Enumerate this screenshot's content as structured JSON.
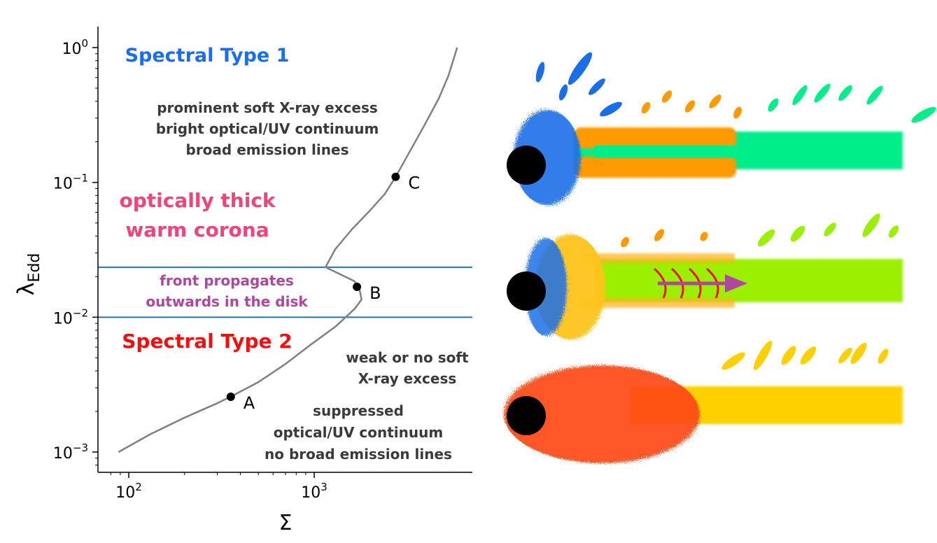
{
  "chart_data": {
    "type": "line",
    "xscale": "log",
    "yscale": "log",
    "xlim": [
      70,
      7000
    ],
    "ylim": [
      0.00075,
      1.5
    ],
    "xlabel": "Σ",
    "ylabel": "λ",
    "ylabel_sub": "Edd",
    "xticks": [
      {
        "value": 100,
        "base": "10",
        "exp": "2"
      },
      {
        "value": 1000,
        "base": "10",
        "exp": "3"
      }
    ],
    "yticks": [
      {
        "value": 0.001,
        "base": "10",
        "exp": "−3"
      },
      {
        "value": 0.01,
        "base": "10",
        "exp": "−2"
      },
      {
        "value": 0.1,
        "base": "10",
        "exp": "−1"
      },
      {
        "value": 1,
        "base": "10",
        "exp": "0"
      }
    ],
    "series": [
      {
        "color": "#808080",
        "x": [
          88,
          130,
          200,
          300,
          360,
          500,
          700,
          950,
          1300,
          1650,
          1800,
          1750,
          1650,
          1150,
          1300,
          1600,
          2000,
          2400,
          2750,
          3200,
          3900,
          4700,
          5300,
          5900
        ],
        "y": [
          0.001,
          0.00135,
          0.0018,
          0.0023,
          0.0026,
          0.0033,
          0.0045,
          0.0062,
          0.0085,
          0.0115,
          0.0135,
          0.0165,
          0.0185,
          0.0235,
          0.032,
          0.045,
          0.062,
          0.082,
          0.11,
          0.16,
          0.26,
          0.42,
          0.62,
          1.0
        ]
      }
    ],
    "points": [
      {
        "label": "A",
        "x": 355,
        "y": 0.00257
      },
      {
        "label": "B",
        "x": 1700,
        "y": 0.0168
      },
      {
        "label": "C",
        "x": 2750,
        "y": 0.11
      }
    ],
    "hlines": [
      {
        "y": 0.0235,
        "color": "#1f77b4"
      },
      {
        "y": 0.01,
        "color": "#1f77b4"
      }
    ],
    "annotations": [
      {
        "id": "spectral-type-1",
        "text": "Spectral Type 1",
        "color": "#1a6fe8"
      },
      {
        "id": "soft-excess",
        "text": "prominent soft X-ray excess",
        "color": "#3a3a3a"
      },
      {
        "id": "optical-uv",
        "text": "bright optical/UV continuum",
        "color": "#3a3a3a"
      },
      {
        "id": "broad-lines",
        "text": "broad emission lines",
        "color": "#3a3a3a"
      },
      {
        "id": "warm-corona-1",
        "text": "optically thick",
        "color": "#f0447a"
      },
      {
        "id": "warm-corona-2",
        "text": "warm corona",
        "color": "#f0447a"
      },
      {
        "id": "front-1",
        "text": "front propagates",
        "color": "#b0479e"
      },
      {
        "id": "front-2",
        "text": "outwards in the disk",
        "color": "#b0479e"
      },
      {
        "id": "spectral-type-2",
        "text": "Spectral Type 2",
        "color": "#ee1111"
      },
      {
        "id": "weak-soft-1",
        "text": "weak or no soft",
        "color": "#3a3a3a"
      },
      {
        "id": "weak-soft-2",
        "text": "X-ray excess",
        "color": "#3a3a3a"
      },
      {
        "id": "suppressed-1",
        "text": "suppressed",
        "color": "#3a3a3a"
      },
      {
        "id": "suppressed-2",
        "text": "optical/UV continuum",
        "color": "#3a3a3a"
      },
      {
        "id": "no-broad",
        "text": "no broad emission lines",
        "color": "#3a3a3a"
      }
    ]
  },
  "illustration": {
    "panels": [
      {
        "id": "top",
        "corona_color": "#1a6fe8",
        "disk_inner_color": "#ff9a00",
        "disk_outer_color": "#00ee8a",
        "wind_colors": [
          "#1a6fe8",
          "#ff9a00",
          "#00ee8a"
        ]
      },
      {
        "id": "middle",
        "corona_color": "#1a6fe8",
        "corona_mix_color": "#ffc41a",
        "disk_inner_color": "#ffb21a",
        "disk_outer_color": "#9af000",
        "wind_colors": [
          "#ff9a00",
          "#9af000"
        ],
        "front_color": "#ee1111",
        "arrow_color": "#b0479e"
      },
      {
        "id": "bottom",
        "corona_color": "#ff4a12",
        "disk_outer_color": "#ffd000",
        "wind_colors": [
          "#ffd000"
        ]
      }
    ],
    "black_hole_color": "#000000"
  }
}
